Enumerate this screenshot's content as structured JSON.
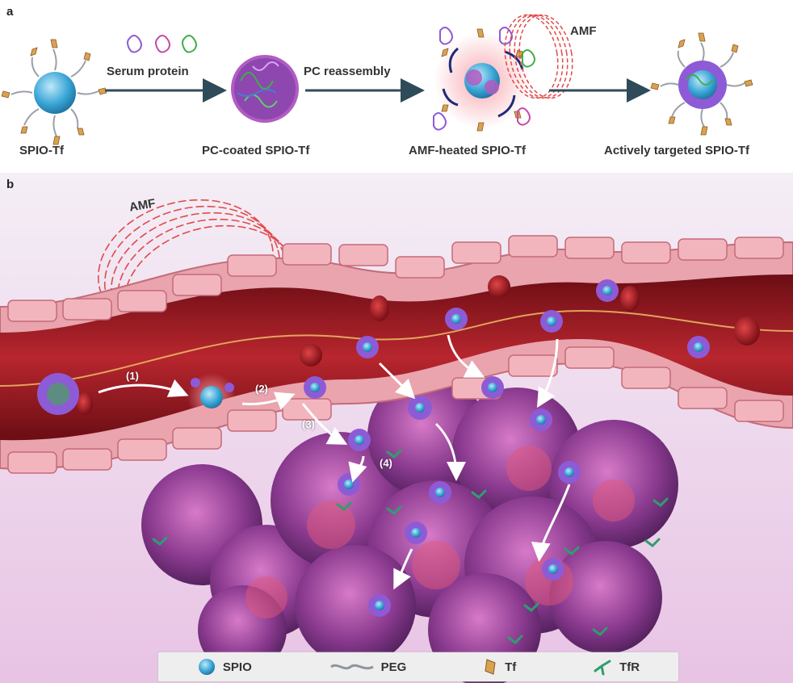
{
  "panel_a": {
    "letter": "a",
    "labels": {
      "stage1": "SPIO-Tf",
      "stage2": "PC-coated SPIO-Tf",
      "stage3": "AMF-heated SPIO-Tf",
      "stage4": "Actively targeted SPIO-Tf"
    },
    "arrows": {
      "arrow1": "Serum protein",
      "arrow2": "PC reassembly"
    },
    "amf": "AMF"
  },
  "panel_b": {
    "letter": "b",
    "amf": "AMF",
    "steps": [
      "(1)",
      "(2)",
      "(3)",
      "(4)"
    ]
  },
  "legend": {
    "spio": "SPIO",
    "peg": "PEG",
    "tf": "Tf",
    "tfr": "TfR"
  },
  "colors": {
    "spio": "#3aa6d6",
    "tf": "#d9a251",
    "tfr": "#2e9e6e",
    "vessel": "#a8242a",
    "tumor": "#8a3a8f",
    "amf": "#e04a4a"
  }
}
